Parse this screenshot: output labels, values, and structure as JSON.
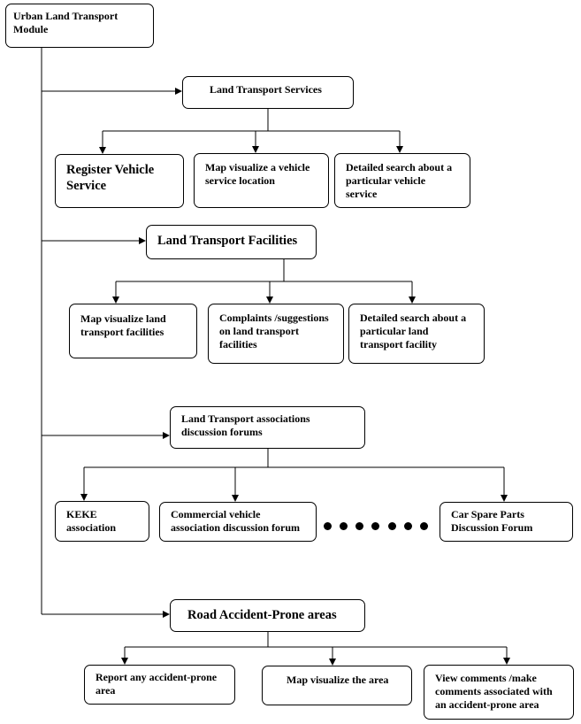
{
  "module": {
    "label": "Urban Land Transport Module"
  },
  "sections": [
    {
      "title": "Land Transport Services",
      "children": [
        "Register Vehicle Service",
        "Map visualize a vehicle service location",
        "Detailed search about a particular vehicle service"
      ]
    },
    {
      "title": "Land Transport Facilities",
      "children": [
        "Map visualize land transport facilities",
        "Complaints /suggestions on land transport facilities",
        "Detailed search about a particular land transport facility"
      ]
    },
    {
      "title": "Land Transport associations discussion forums",
      "children": [
        "KEKE association",
        "Commercial vehicle association discussion forum",
        "Car Spare Parts Discussion Forum"
      ]
    },
    {
      "title": "Road Accident-Prone areas",
      "children": [
        "Report any accident-prone area",
        "Map visualize the area",
        "View comments /make comments associated with an accident-prone area"
      ]
    }
  ]
}
